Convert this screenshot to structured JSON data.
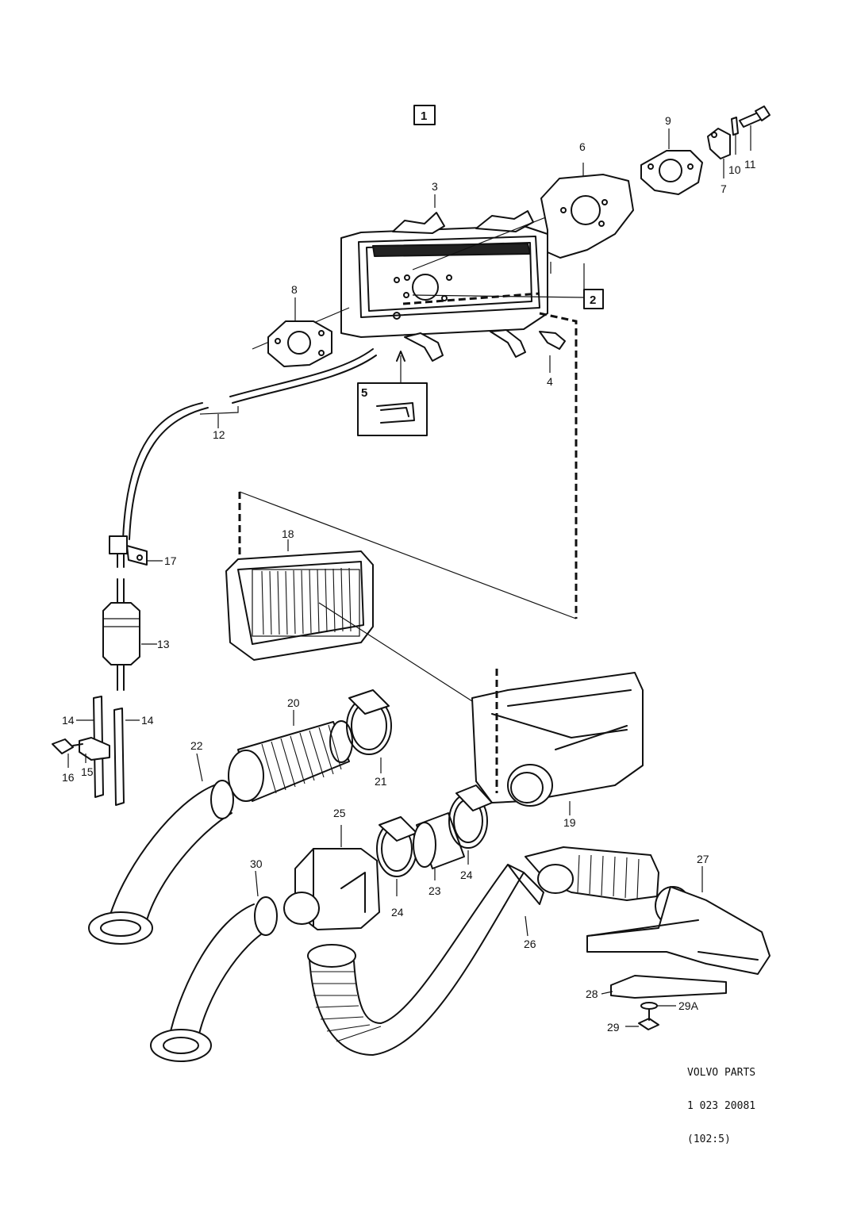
{
  "diagram": {
    "callouts": {
      "c1": "1",
      "c2": "2",
      "c3": "3",
      "c4": "4",
      "c5": "5",
      "c6": "6",
      "c7": "7",
      "c8": "8",
      "c9": "9",
      "c10": "10",
      "c11": "11",
      "c12": "12",
      "c13": "13",
      "c14a": "14",
      "c14b": "14",
      "c15": "15",
      "c16": "16",
      "c17": "17",
      "c18": "18",
      "c19": "19",
      "c20": "20",
      "c21": "21",
      "c22": "22",
      "c23": "23",
      "c24a": "24",
      "c24b": "24",
      "c25": "25",
      "c26": "26",
      "c27": "27",
      "c28": "28",
      "c29": "29",
      "c29a": "29A",
      "c30": "30"
    },
    "part_number": {
      "line1": "VOLVO PARTS",
      "line2": "1 023 20081",
      "line3": "(102:5)"
    },
    "colors": {
      "ink": "#111111",
      "paper": "#ffffff"
    }
  }
}
